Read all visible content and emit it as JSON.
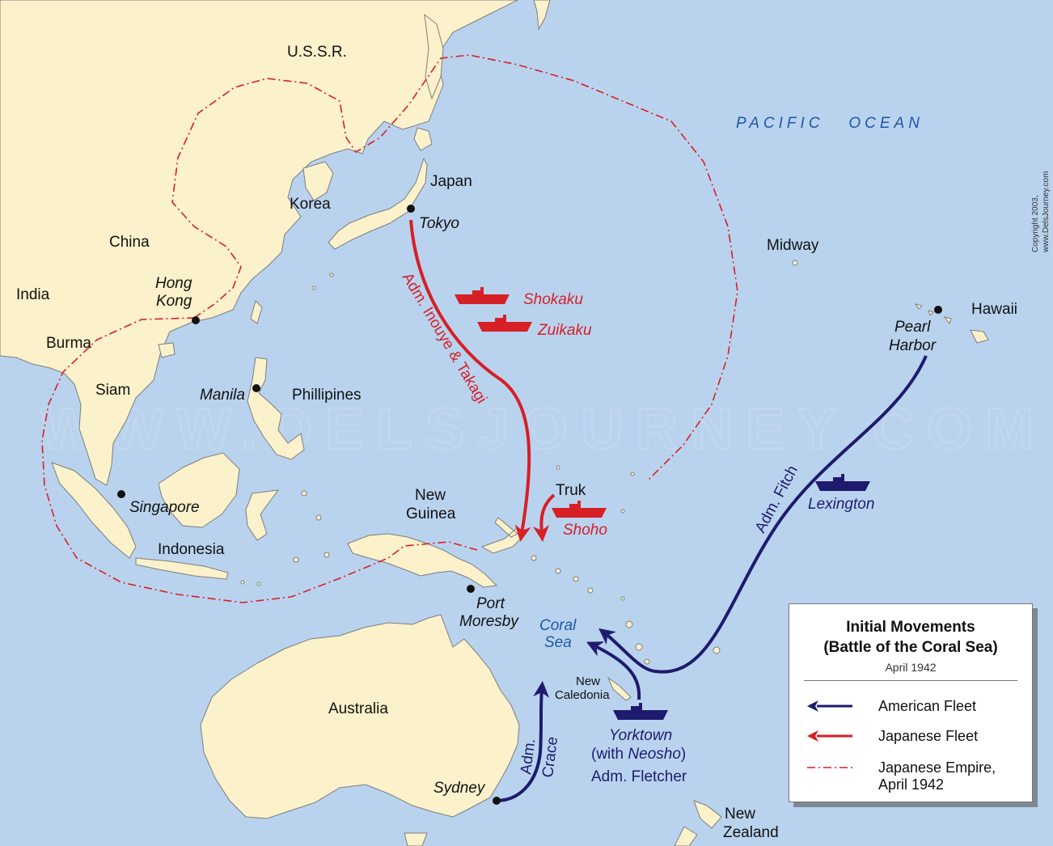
{
  "map": {
    "labels": {
      "ussr": "U.S.S.R.",
      "pacific": "PACIFIC   OCEAN",
      "japan": "Japan",
      "tokyo": "Tokyo",
      "korea": "Korea",
      "china": "China",
      "india": "India",
      "hong_kong_1": "Hong",
      "hong_kong_2": "Kong",
      "burma": "Burma",
      "siam": "Siam",
      "manila": "Manila",
      "phillipines": "Phillipines",
      "singapore": "Singapore",
      "indonesia": "Indonesia",
      "new_guinea_1": "New",
      "new_guinea_2": "Guinea",
      "port_moresby_1": "Port",
      "port_moresby_2": "Moresby",
      "coral_sea_1": "Coral",
      "coral_sea_2": "Sea",
      "new_caledonia_1": "New",
      "new_caledonia_2": "Caledonia",
      "australia": "Australia",
      "sydney": "Sydney",
      "new_zealand_1": "New",
      "new_zealand_2": "Zealand",
      "midway": "Midway",
      "hawaii": "Hawaii",
      "pearl_harbor_1": "Pearl",
      "pearl_harbor_2": "Harbor",
      "truk": "Truk"
    },
    "ships": {
      "shokaku": "Shokaku",
      "zuikaku": "Zuikaku",
      "shoho": "Shoho",
      "lexington": "Lexington",
      "yorktown": "Yorktown",
      "with_open": "(with ",
      "neosho": "Neosho",
      "with_close": ")",
      "fletcher": "Adm. Fletcher"
    },
    "routes": {
      "inouye_takagi": "Adm. Inouye & Takagi",
      "fitch": "Adm. Fitch",
      "crace_1": "Adm.",
      "crace_2": "Crace"
    },
    "watermark": "WWW.DELSJOURNEY.COM",
    "copyright_1": "Copyright 2003,",
    "copyright_2": "www.DelsJourney.com"
  },
  "legend": {
    "title_1": "Initial Movements",
    "title_2": "(Battle of the Coral Sea)",
    "date": "April 1942",
    "american": "American Fleet",
    "japanese": "Japanese Fleet",
    "empire_1": "Japanese Empire,",
    "empire_2": "April 1942"
  },
  "colors": {
    "ocean": "#b9d3ee",
    "land": "#fbf1cb",
    "american": "#1e1b6e",
    "japanese": "#d71f26",
    "sea_label": "#1f57a8"
  }
}
